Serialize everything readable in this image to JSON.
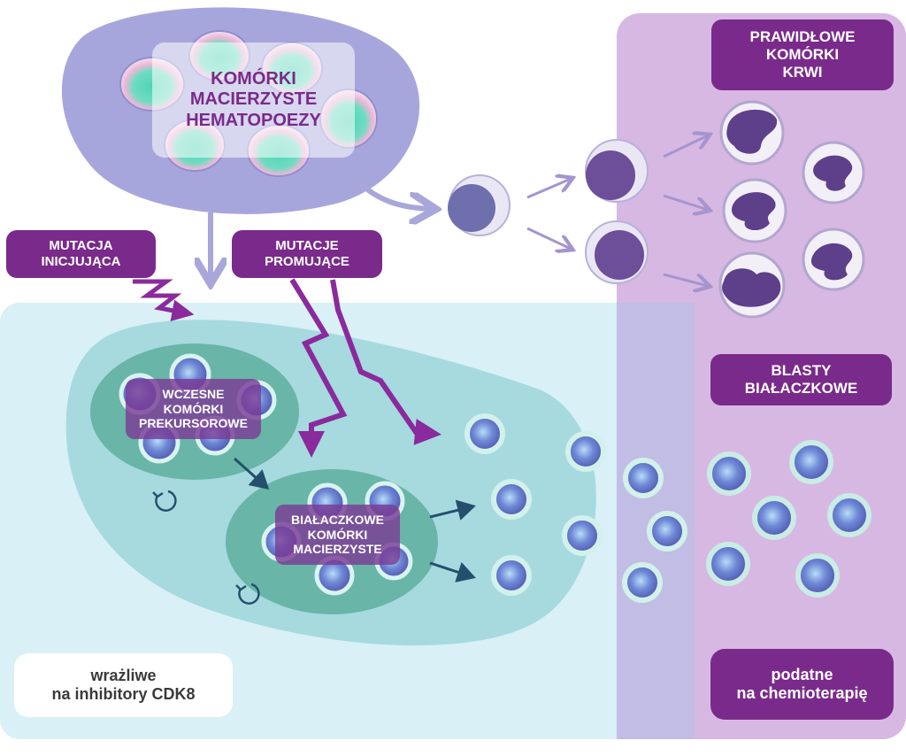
{
  "labels": {
    "hsc": "KOMÓRKI\nMACIERZYSTE\nHEMATOPOEZY",
    "normal_blood": "PRAWIDŁOWE\nKOMÓRKI\nKRWI",
    "leukemic_blasts": "BLASTY\nBIAŁACZKOWE",
    "initiating_mutation": "MUTACJA\nINICJUJĄCA",
    "promoting_mutations": "MUTACJE\nPROMUJĄCE",
    "early_precursors": "WCZESNE\nKOMÓRKI\nPREKURSOROWE",
    "leukemic_stem_cells": "BIAŁACZKOWE\nKOMÓRKI\nMACIERZYSTE",
    "sensitive_cdk8": "wrażliwe\nna inhibitory CDK8",
    "susceptible_chemo": "podatne\nna chemioterapię"
  },
  "colors": {
    "hsc_blob": "#a7a6dc",
    "normal_panel": "#d7b8e2",
    "leukemia_panel": "#d9f0f6",
    "leukemia_blob": "#a6dadf",
    "inner_blob": "#69b5a7",
    "tag_purple": "#7a2a8a",
    "arrow_navy": "#25506c",
    "zigzag": "#8a2a9c"
  },
  "icons": [
    "stem-cell-icon",
    "progenitor-cell-icon",
    "neutrophil-icon",
    "blast-cell-icon",
    "self-renewal-icon",
    "mutation-zigzag-icon"
  ]
}
